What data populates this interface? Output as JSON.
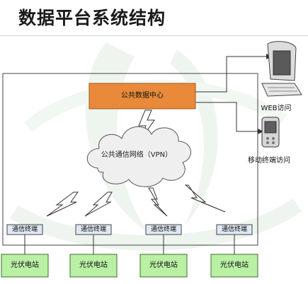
{
  "title": "数据平台系统结构",
  "public_data_center": "公共数据中心",
  "cloud_label": "公共通信网络（VPN）",
  "web_access": "WEB访问",
  "mobile_access": "移动终端访问",
  "terminals": [
    "通信终端",
    "通信终端",
    "通信终端",
    "通信终端"
  ],
  "stations": [
    "光伏电站",
    "光伏电站",
    "光伏电站",
    "光伏电站"
  ],
  "colors": {
    "data_center_fill": "#e88a3a",
    "station_fill": "#b9f0a4",
    "terminal_fill": "#dfe8f3",
    "lightning_fill": "#ffffff"
  }
}
